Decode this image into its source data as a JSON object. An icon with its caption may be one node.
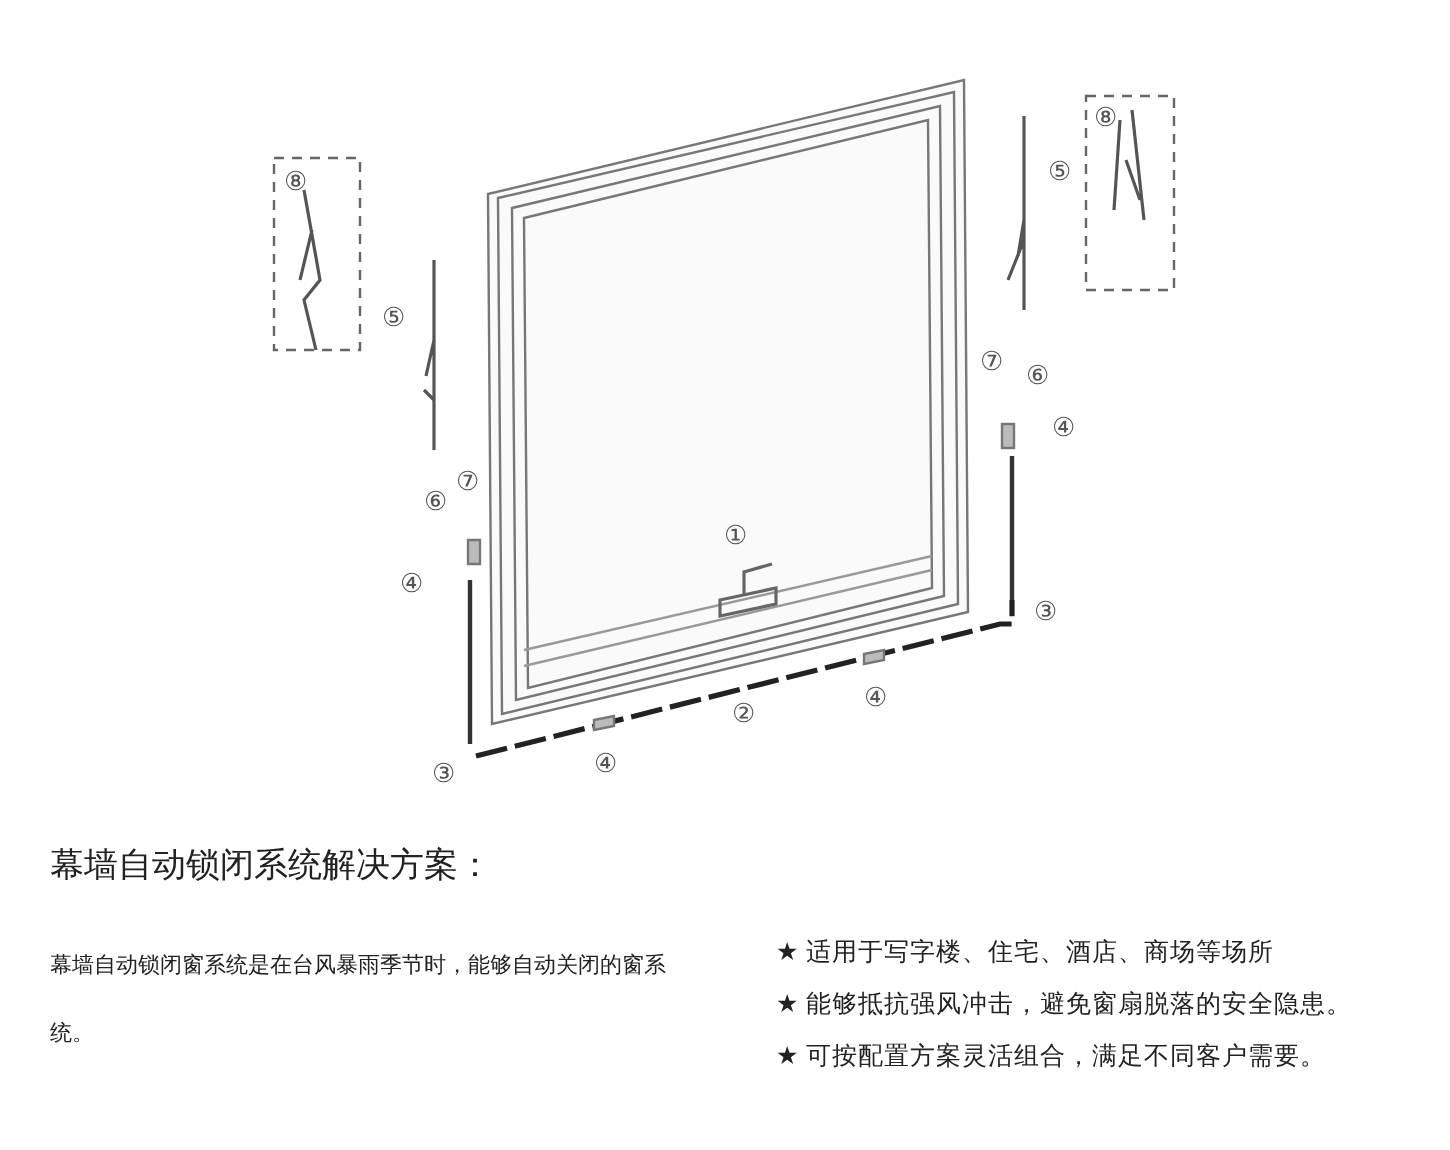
{
  "diagram": {
    "title": "幕墙自动锁闭系统解决方案：",
    "labels": [
      "⑧",
      "⑤",
      "⑧",
      "⑤",
      "⑦",
      "⑥",
      "④",
      "⑦",
      "⑥",
      "①",
      "④",
      "③",
      "④",
      "②",
      "④",
      "③",
      "幕墙自动锁闭窗系统是在台风暴雨季节时，能够自动关闭的窗系统。",
      "★ 适用于写字楼、住宅、酒店、商场等场所",
      "★ 能够抵抗强风冲击，避免窗扇脱落的安全隐患。",
      "★ 可按配置方案灵活组合，满足不同客户需要。"
    ]
  }
}
